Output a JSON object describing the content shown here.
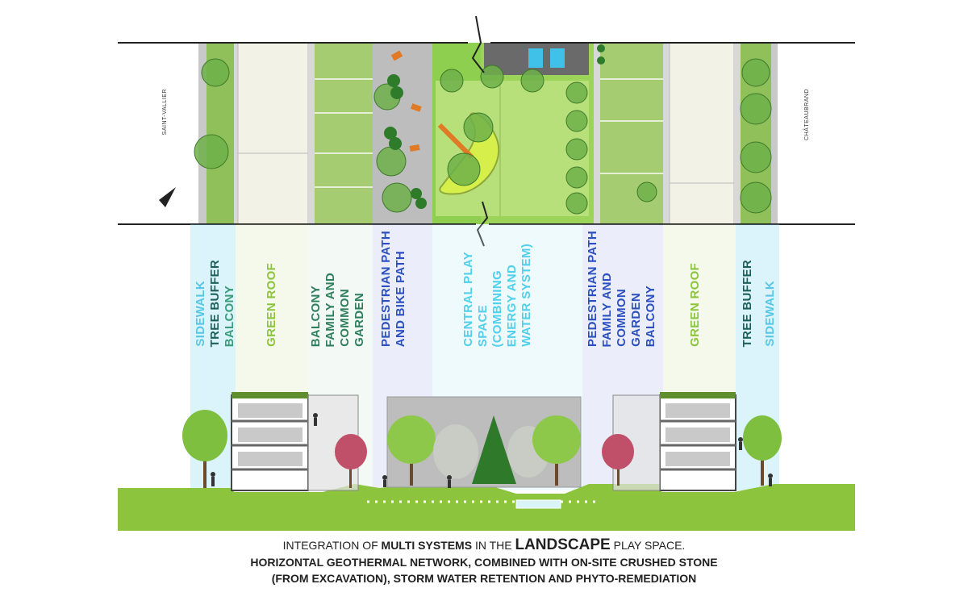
{
  "plan": {
    "street_left": "SAINT-VALLIER",
    "street_right": "CHÂTEAUBRAND"
  },
  "zones": [
    {
      "lines": [
        "SIDEWALK"
      ],
      "color": "#56c7e6"
    },
    {
      "lines": [
        "TREE BUFFER"
      ],
      "color": "#1e5f5a"
    },
    {
      "lines": [
        "BALCONY"
      ],
      "color": "#3c9c7a"
    },
    {
      "lines": [
        "GREEN ROOF"
      ],
      "color": "#8cc43d"
    },
    {
      "lines": [
        "BALCONY",
        "FAMILY AND",
        "COMMON",
        "GARDEN"
      ],
      "color": "#2f7f5e"
    },
    {
      "lines": [
        "PEDESTRIAN PATH",
        "AND BIKE PATH"
      ],
      "color": "#2b4fc0"
    },
    {
      "lines": [
        "CENTRAL PLAY",
        "SPACE",
        "(COMBINING",
        "ENERGY AND",
        "WATER SYSTEM)"
      ],
      "color": "#4fd0ec"
    },
    {
      "lines": [
        "PEDESTRIAN PATH",
        "FAMILY AND",
        "COMMON",
        "GARDEN",
        "BALCONY"
      ],
      "color": "#2b4fc0"
    },
    {
      "lines": [
        "GREEN ROOF"
      ],
      "color": "#8cc43d"
    },
    {
      "lines": [
        "TREE BUFFER"
      ],
      "color": "#1e5f5a"
    },
    {
      "lines": [
        "SIDEWALK"
      ],
      "color": "#56c7e6"
    }
  ],
  "caption": {
    "line1": {
      "part1": "INTEGRATION OF ",
      "part2": "MULTI SYSTEMS",
      "part3": " IN THE ",
      "part4": "LANDSCAPE",
      "part5": " PLAY SPACE."
    },
    "line2": "HORIZONTAL GEOTHERMAL NETWORK, COMBINED WITH ON-SITE CRUSHED STONE",
    "line3": "(FROM EXCAVATION), STORM WATER RETENTION AND PHYTO-REMEDIATION"
  },
  "colors": {
    "sidewalk": "#56c7e6",
    "tree_buffer": "#1e5f5a",
    "green_roof": "#8cc43d",
    "pedestrian": "#2b4fc0",
    "ground": "#8cc43d"
  }
}
